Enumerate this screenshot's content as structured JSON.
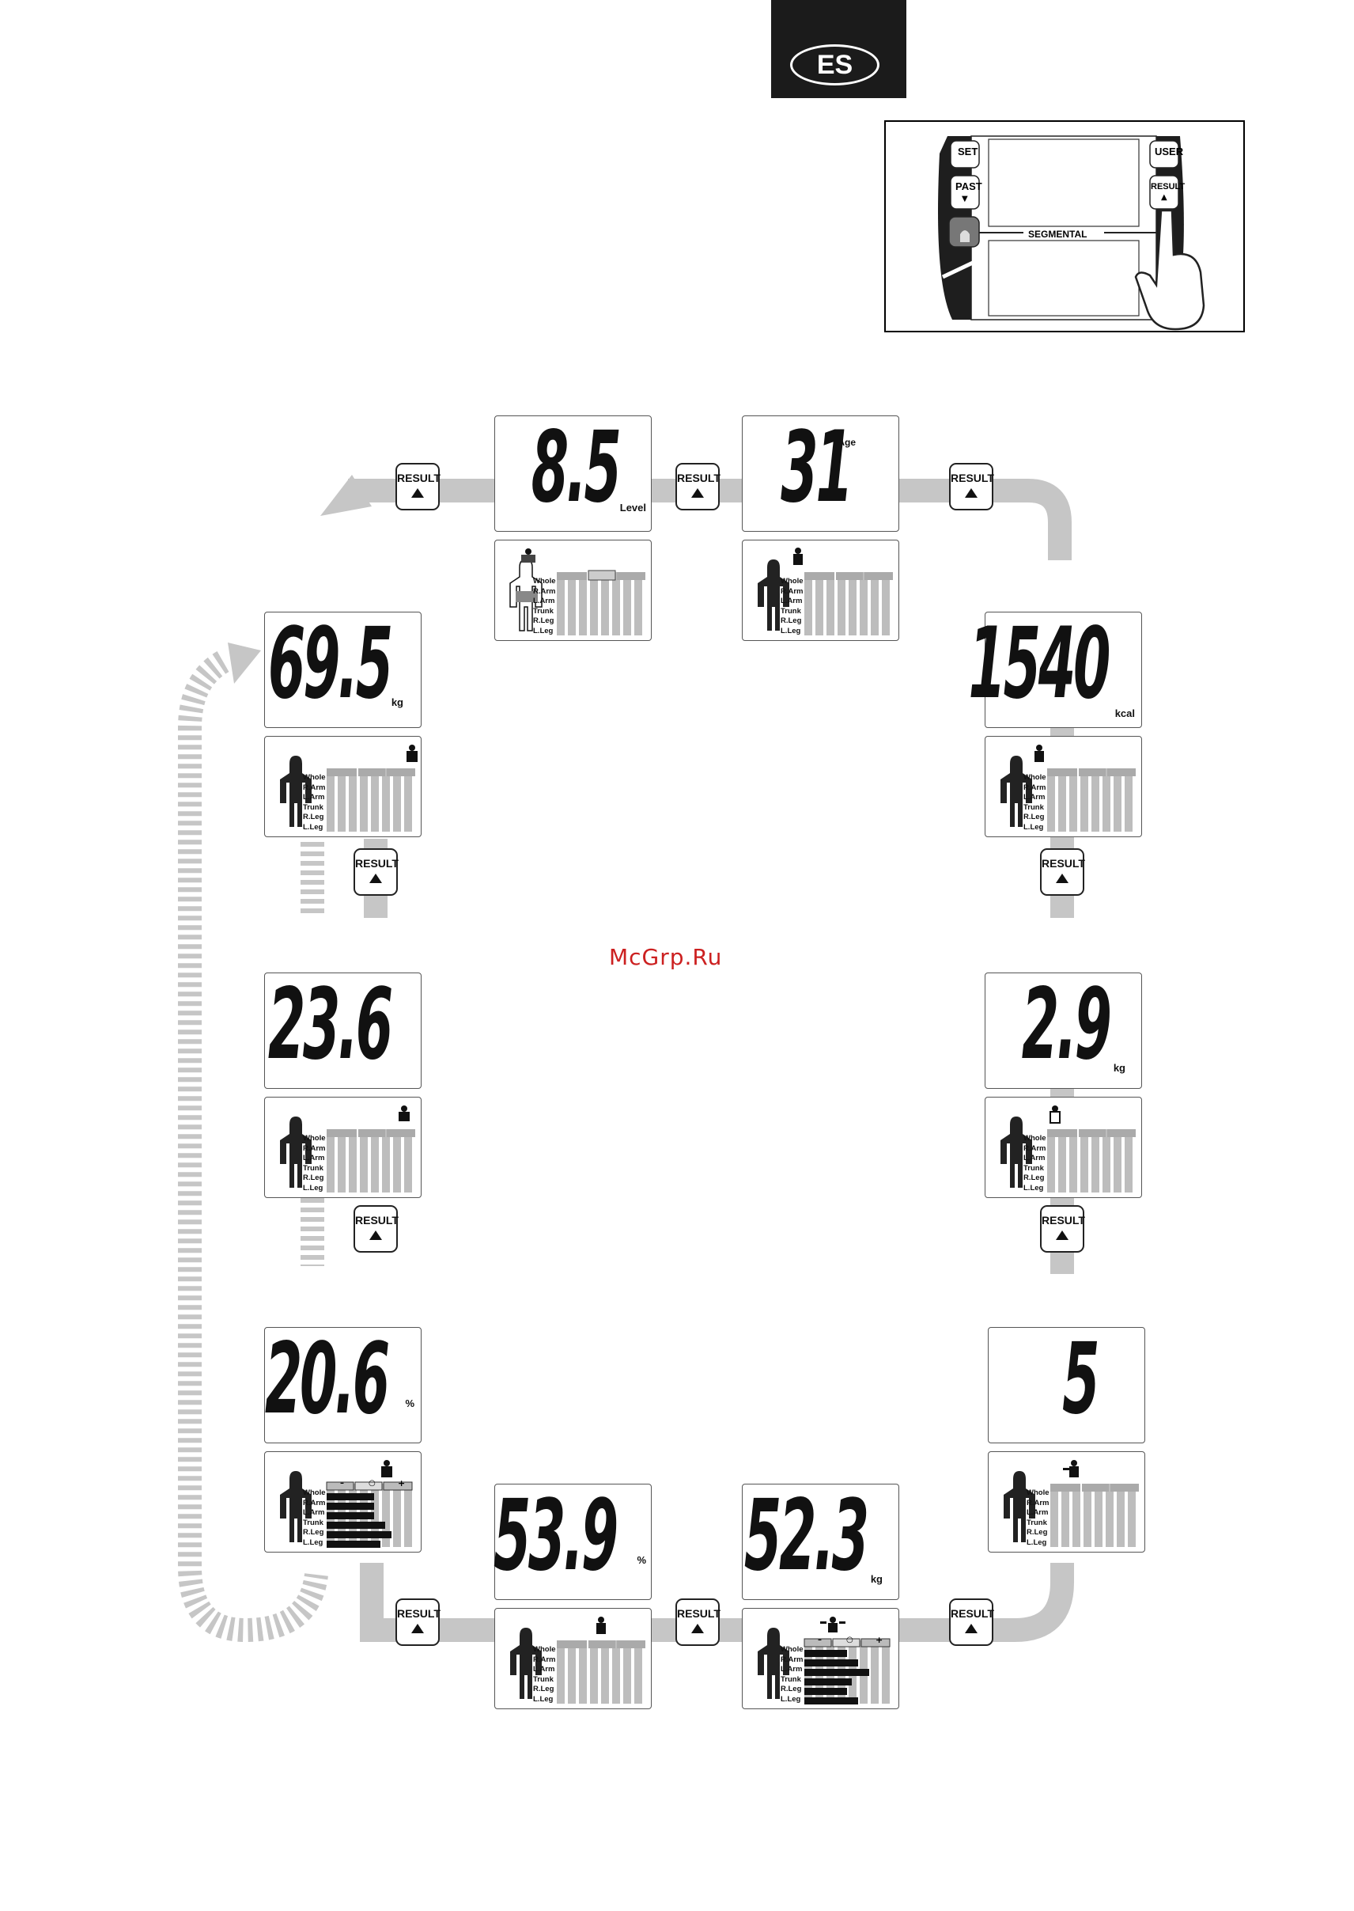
{
  "header": {
    "language_badge": "ES"
  },
  "inset": {
    "buttons": {
      "set": "SET",
      "user": "USER",
      "past": "PAST",
      "result": "RESULT"
    },
    "segmental_label": "SEGMENTAL"
  },
  "result_button_label": "RESULT",
  "segment_labels": [
    "Whole",
    "R.Arm",
    "L.Arm",
    "Trunk",
    "R.Leg",
    "L.Leg"
  ],
  "scale_labels": {
    "minus": "–",
    "normal": "○",
    "plus": "+"
  },
  "screens": {
    "weight": {
      "value": "69.5",
      "unit": "kg"
    },
    "bmi": {
      "value": "23.6"
    },
    "body_fat": {
      "value": "20.6",
      "unit": "%"
    },
    "body_water": {
      "value": "53.9",
      "unit": "%"
    },
    "muscle_mass": {
      "value": "52.3",
      "unit": "kg"
    },
    "physique_rating": {
      "value": "5"
    },
    "bone_mass": {
      "value": "2.9",
      "unit": "kg"
    },
    "daily_calories": {
      "value": "1540",
      "unit": "kcal"
    },
    "metabolic_age": {
      "value": "31",
      "label": "Age"
    },
    "visceral_fat": {
      "value": "8.5",
      "unit": "Level"
    }
  },
  "watermark": "McGrp.Ru",
  "colors": {
    "flow_path": "#c6c6c6",
    "bar_fill": "#bdbdbd",
    "lcd_ink": "#111111"
  }
}
